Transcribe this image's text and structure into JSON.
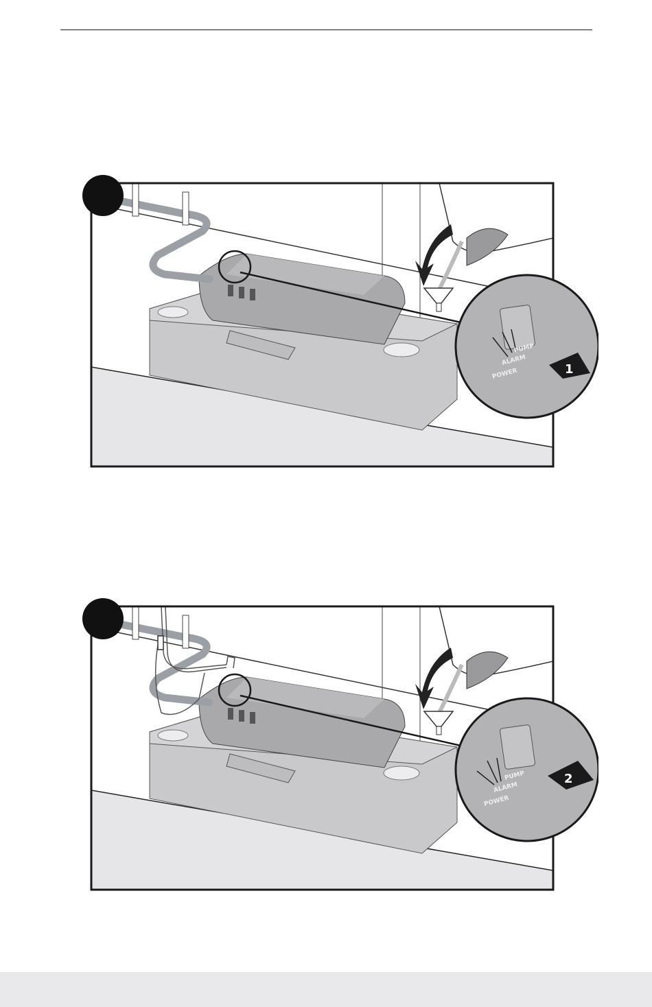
{
  "figures": [
    {
      "id": "figure-1",
      "step_badge": "",
      "panel_labels": [
        "POWER",
        "ALARM",
        "PUMP"
      ],
      "arrow_label": "1",
      "show_cables": false
    },
    {
      "id": "figure-2",
      "step_badge": "",
      "panel_labels": [
        "POWER",
        "ALARM",
        "PUMP"
      ],
      "arrow_label": "2",
      "show_cables": true
    }
  ],
  "colors": {
    "frame": "#1a1a1a",
    "wall": "#ffffff",
    "shelf": "#e6e6e8",
    "tank": "#c9c9cb",
    "pump_body": "#a9a9ab",
    "pipe": "#9aa0a6",
    "magnifier_bg": "#b3b3b5",
    "footer": "#e9e8ea"
  },
  "icons": [
    "step-badge-icon",
    "pour-arrow-icon",
    "funnel-icon",
    "magnifier-icon",
    "indicator-arrow-icon"
  ]
}
